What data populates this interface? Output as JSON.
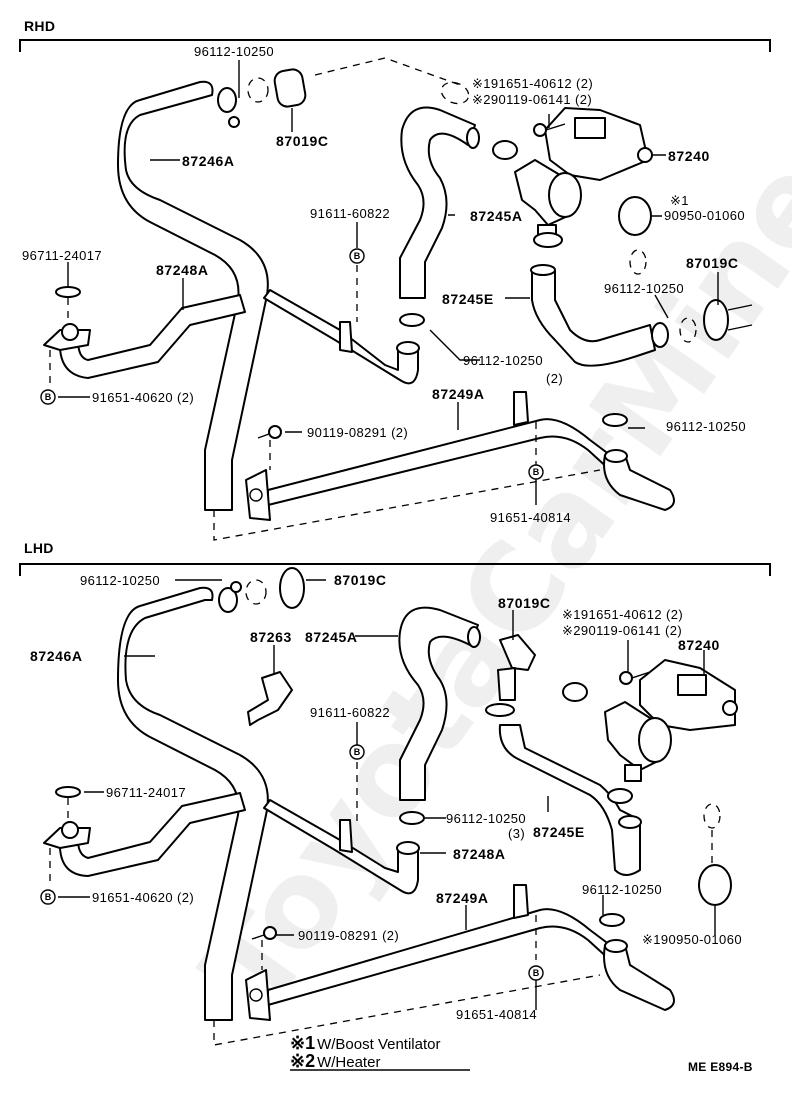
{
  "watermark": "ToyotaCarMiner.ru",
  "sections": [
    {
      "id": "rhd",
      "title": "RHD",
      "labels": [
        {
          "key": "clamp_top",
          "text": "96112-10250"
        },
        {
          "key": "grommet_top",
          "text": "87019C"
        },
        {
          "key": "hose_left",
          "text": "87246A"
        },
        {
          "key": "bolt1",
          "text": "※191651-40612 (2)"
        },
        {
          "key": "bolt2",
          "text": "※290119-06141 (2)"
        },
        {
          "key": "valve",
          "text": "87240"
        },
        {
          "key": "plug_note",
          "text": "※1"
        },
        {
          "key": "plug",
          "text": "90950-01060"
        },
        {
          "key": "hose_mid",
          "text": "87245A"
        },
        {
          "key": "bolt_b",
          "text": "91611-60822"
        },
        {
          "key": "gasket",
          "text": "96711-24017"
        },
        {
          "key": "pipe_left",
          "text": "87248A"
        },
        {
          "key": "grommet_right",
          "text": "87019C"
        },
        {
          "key": "clamp_right",
          "text": "96112-10250"
        },
        {
          "key": "hose_e",
          "text": "87245E"
        },
        {
          "key": "clamp_mid",
          "text": "96112-10250"
        },
        {
          "key": "clamp_mid_qty",
          "text": "(2)"
        },
        {
          "key": "nut_left",
          "text": "91651-40620 (2)"
        },
        {
          "key": "pipe_bottom",
          "text": "87249A"
        },
        {
          "key": "screw",
          "text": "90119-08291 (2)"
        },
        {
          "key": "clamp_bottom",
          "text": "96112-10250"
        },
        {
          "key": "nut_bottom",
          "text": "91651-40814"
        }
      ]
    },
    {
      "id": "lhd",
      "title": "LHD",
      "labels": [
        {
          "key": "clamp_top",
          "text": "96112-10250"
        },
        {
          "key": "grommet_top",
          "text": "87019C"
        },
        {
          "key": "hose_left",
          "text": "87246A"
        },
        {
          "key": "bracket",
          "text": "87263"
        },
        {
          "key": "hose_mid",
          "text": "87245A"
        },
        {
          "key": "grommet_mid",
          "text": "87019C"
        },
        {
          "key": "bolt1",
          "text": "※191651-40612 (2)"
        },
        {
          "key": "bolt2",
          "text": "※290119-06141 (2)"
        },
        {
          "key": "valve",
          "text": "87240"
        },
        {
          "key": "bolt_b",
          "text": "91611-60822"
        },
        {
          "key": "gasket",
          "text": "96711-24017"
        },
        {
          "key": "clamp_mid",
          "text": "96112-10250"
        },
        {
          "key": "clamp_mid_qty",
          "text": "(3)"
        },
        {
          "key": "hose_e",
          "text": "87245E"
        },
        {
          "key": "pipe_left",
          "text": "87248A"
        },
        {
          "key": "nut_left",
          "text": "91651-40620 (2)"
        },
        {
          "key": "clamp_right",
          "text": "96112-10250"
        },
        {
          "key": "pipe_bottom",
          "text": "87249A"
        },
        {
          "key": "screw",
          "text": "90119-08291 (2)"
        },
        {
          "key": "plug",
          "text": "※190950-01060"
        },
        {
          "key": "nut_bottom",
          "text": "91651-40814"
        }
      ]
    }
  ],
  "notes": [
    {
      "mark": "※1",
      "text": "W/Boost Ventilator"
    },
    {
      "mark": "※2",
      "text": "W/Heater"
    }
  ],
  "diagram_code": "ME E894-B",
  "badge_letter": "B"
}
